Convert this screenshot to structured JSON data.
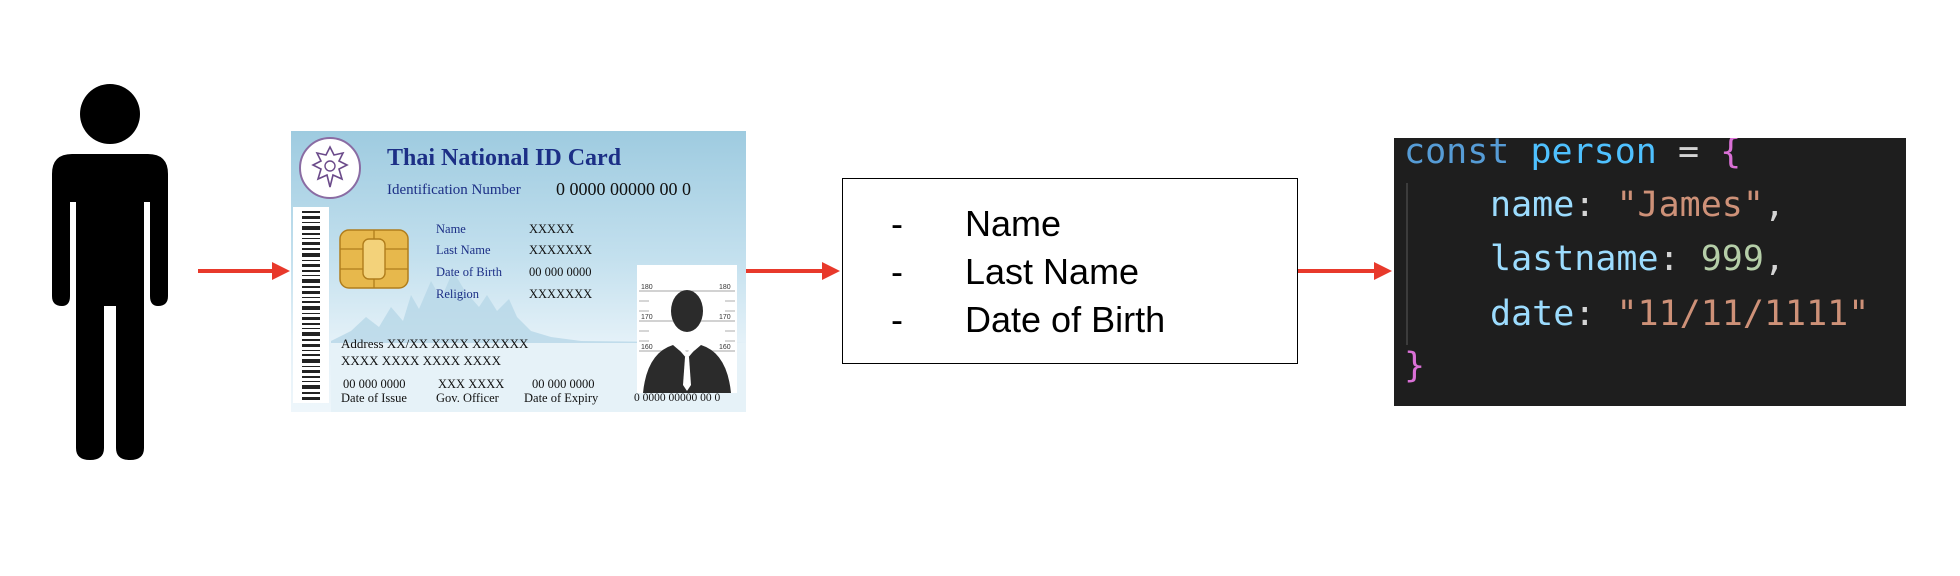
{
  "id_card": {
    "title": "Thai National ID Card",
    "id_number_label": "Identification Number",
    "id_number_value": "0 0000 00000 00 0",
    "fields": [
      {
        "label": "Name",
        "value": "XXXXX"
      },
      {
        "label": "Last Name",
        "value": "XXXXXXX"
      },
      {
        "label": "Date of Birth",
        "value": "00 000 0000"
      },
      {
        "label": "Religion",
        "value": "XXXXXXX"
      }
    ],
    "address_line_1": "Address XX/XX XXXX XXXXXX",
    "address_line_2": "XXXX XXXX XXXX XXXX",
    "date_of_issue_value": "00 000 0000",
    "date_of_issue_label": "Date of Issue",
    "gov_officer_value": "XXX XXXX",
    "gov_officer_label": "Gov. Officer",
    "date_of_expiry_value": "00 000 0000",
    "date_of_expiry_label": "Date of Expiry",
    "photo_number": "0 0000 00000 00 0",
    "height_marks": [
      "180",
      "170",
      "160"
    ]
  },
  "extracted_fields": {
    "bullet": "-",
    "items": [
      "Name",
      "Last Name",
      "Date of Birth"
    ]
  },
  "code": {
    "kw_const": "const",
    "var_name": "person",
    "op_eq": "=",
    "brace_open": "{",
    "brace_close": "}",
    "props": [
      {
        "key": "name",
        "value": "\"James\"",
        "comma": ","
      },
      {
        "key": "lastname",
        "value": "999",
        "comma": ","
      },
      {
        "key": "date",
        "value": "\"11/11/1111\"",
        "comma": ""
      }
    ],
    "colon": ":"
  },
  "colors": {
    "arrow": "#e8392b",
    "code_keyword": "#569cd6",
    "code_variable": "#4fc1ff",
    "code_key": "#9cdcfe",
    "code_string": "#ce9178",
    "code_number": "#b5cea8",
    "code_brace": "#da70d6",
    "code_punct": "#d4d4d4",
    "card_title": "#1c2f86"
  },
  "icons": [
    "person-icon",
    "arrow-right-icon",
    "emblem-icon",
    "chip-icon",
    "barcode-icon",
    "photo-silhouette-icon"
  ]
}
